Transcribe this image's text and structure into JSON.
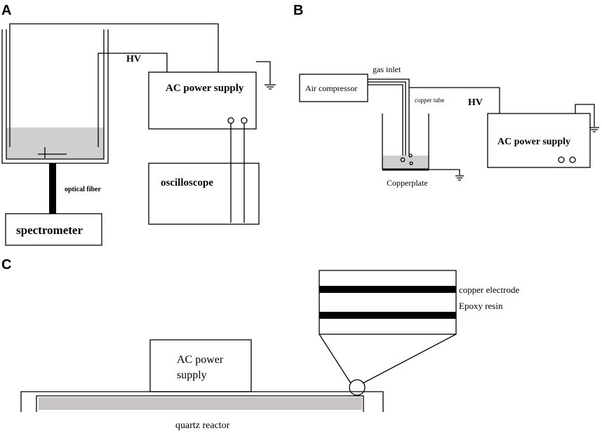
{
  "panels": {
    "a": {
      "letter": "A",
      "hv_label": "HV",
      "power_supply_label": "AC power supply",
      "oscilloscope_label": "oscilloscope",
      "optical_fiber_label": "optical fiber",
      "spectrometer_label": "spectrometer"
    },
    "b": {
      "letter": "B",
      "air_compressor_label": "Air compressor",
      "gas_inlet_label": "gas inlet",
      "copper_tube_label": "copper tube",
      "hv_label": "HV",
      "power_supply_label": "AC power supply",
      "copperplate_label": "Copperplate"
    },
    "c": {
      "letter": "C",
      "power_supply_line1": "AC power",
      "power_supply_line2": "supply",
      "reactor_label": "quartz reactor",
      "copper_electrode_label": "copper electrode",
      "epoxy_resin_label": "Epoxy resin"
    }
  },
  "colors": {
    "line": "#000000",
    "liquid_fill": "#cfcfcf",
    "reactor_fill": "#c8c3c5"
  }
}
